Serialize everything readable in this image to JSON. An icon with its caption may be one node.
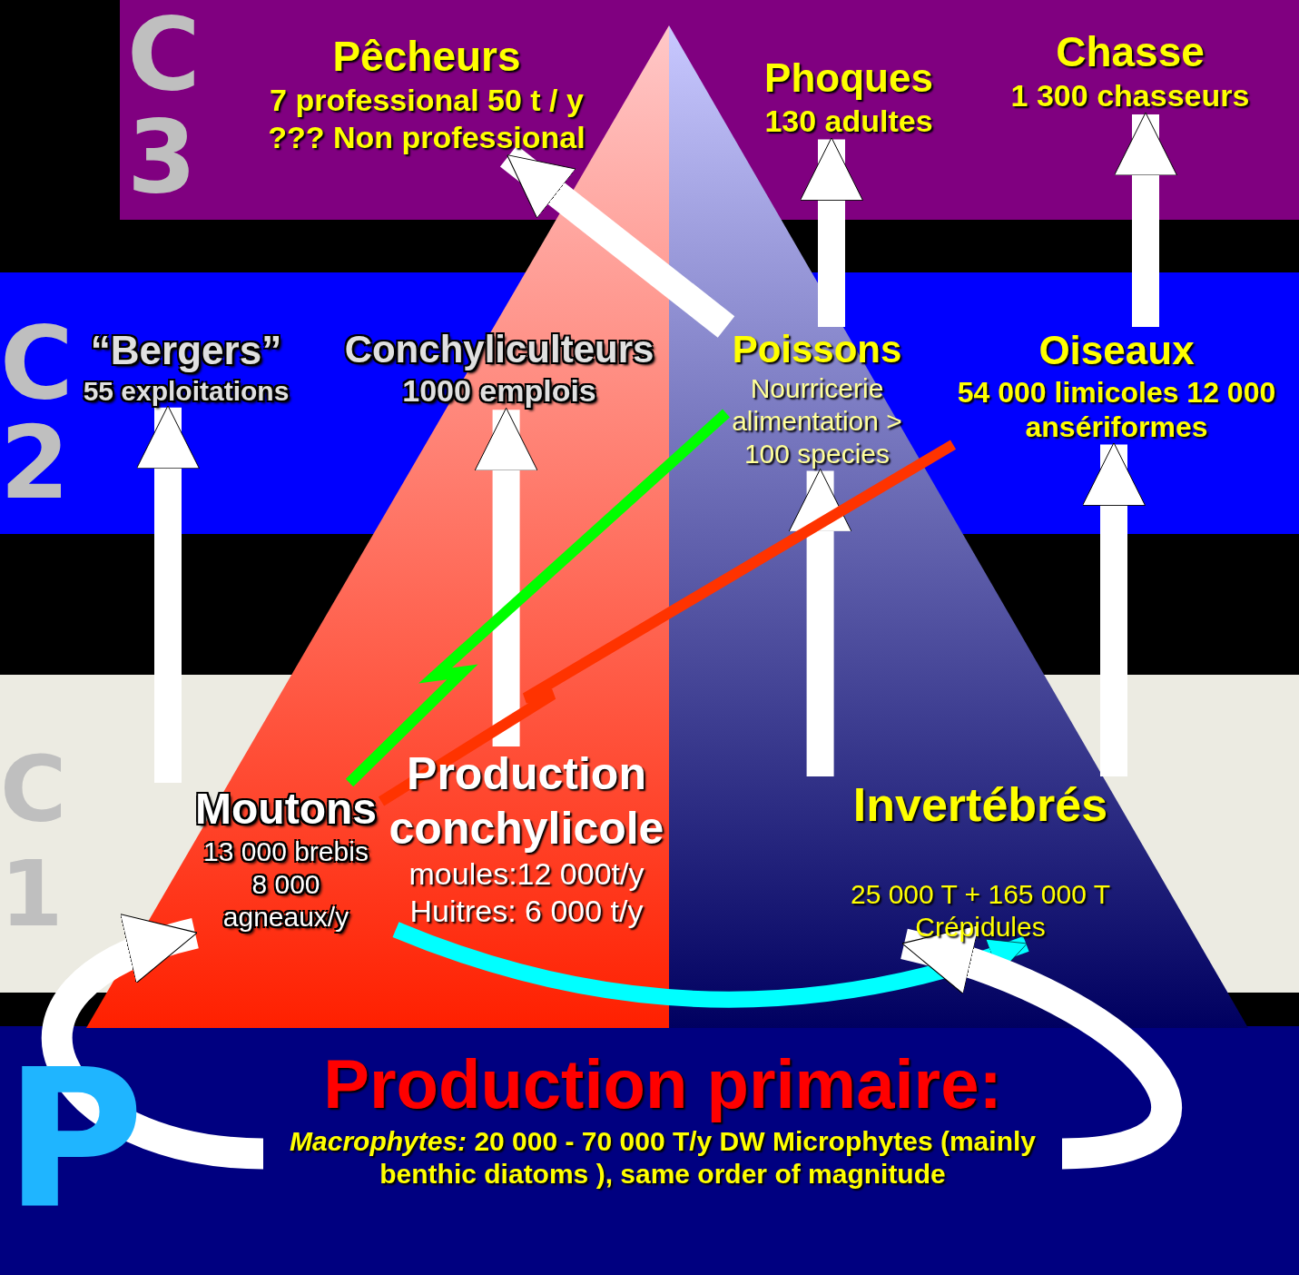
{
  "diagram": {
    "nodes": [
      {
        "text": [
          "Pêcheurs",
          "7 professional 50 t / y ??? Non professional"
        ]
      },
      {
        "text": [
          "Phoques",
          "130 adultes"
        ]
      },
      {
        "text": [
          "Chasse",
          "1 300 chasseurs"
        ]
      },
      {
        "text": [
          "“Bergers”",
          "55 exploitations"
        ]
      },
      {
        "text": [
          "Conchyliculteurs",
          "1000 emplois"
        ]
      },
      {
        "text": [
          "Poissons",
          "Nourricerie alimentation > 100 species"
        ]
      },
      {
        "text": [
          "Oiseaux",
          "54 000 limicoles 12 000 ansériformes"
        ]
      },
      {
        "text": [
          "Moutons",
          "13 000 brebis 8 000 agneaux/y"
        ]
      },
      {
        "text": [
          "Production conchylicole",
          "moules:12 000t/y Huitres: 6 000 t/y"
        ]
      },
      {
        "text": [
          "Invertébrés",
          "25 000 T + 165 000 T Crépidules"
        ]
      },
      {
        "text": [
          "Production primaire:",
          "*Macrophytes:* 20 000 - 70 000 T/y DW Microphytes (mainly benthic diatoms ), same order of magnitude"
        ]
      }
    ],
    "edges": [
      {
        "from": 7,
        "to": 3,
        "arrow": "to"
      },
      {
        "from": 8,
        "to": 4,
        "arrow": "to"
      },
      {
        "from": 9,
        "to": 5,
        "arrow": "to"
      },
      {
        "from": 9,
        "to": 6,
        "arrow": "to"
      },
      {
        "from": 5,
        "to": 1,
        "arrow": "to"
      },
      {
        "from": 6,
        "to": 2,
        "arrow": "to"
      },
      {
        "from": 5,
        "to": 0,
        "arrow": "to"
      },
      {
        "from": 7,
        "to": 5,
        "arrow": "none",
        "color": "#00ff00"
      },
      {
        "from": 8,
        "to": 6,
        "arrow": "none",
        "color": "#ff3300"
      },
      {
        "from": 8,
        "to": 9,
        "arrow": "to",
        "color": "#00ffff"
      },
      {
        "from": 10,
        "to": 7,
        "arrow": "to"
      },
      {
        "from": 10,
        "to": 9,
        "arrow": "to"
      }
    ],
    "labels": [
      "C",
      "3",
      "C",
      "2",
      "C",
      "1",
      "P"
    ]
  }
}
